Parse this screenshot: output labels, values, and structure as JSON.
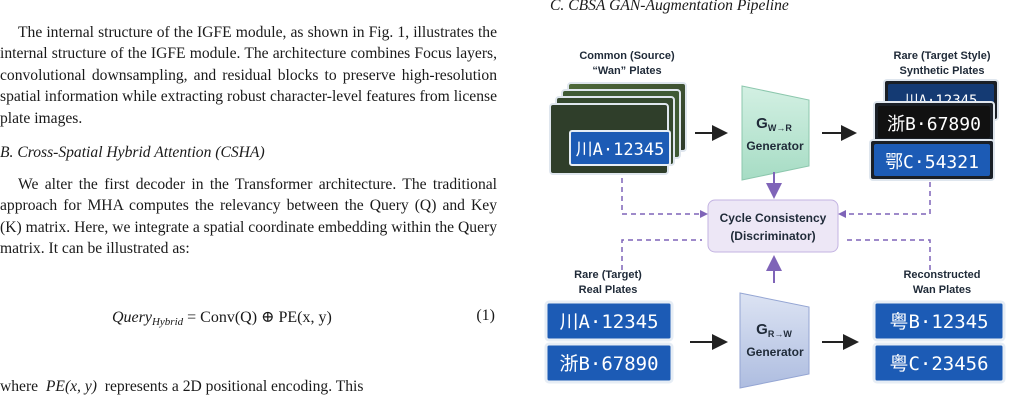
{
  "left_column": {
    "para1": "The internal structure of the IGFE module, as shown in Fig. 1, illustrates the internal structure of the IGFE module. The architecture combines Focus layers, convolutional downsampling, and residual blocks to preserve high-resolution spatial information while extracting robust character-level features from license plate images.",
    "section_b_heading": "B. Cross-Spatial Hybrid Attention (CSHA)",
    "para2": "We alter the first decoder in the Transformer architecture. The traditional approach for MHA computes the relevancy between the Query (Q) and Key (K) matrix. Here, we integrate a spatial coordinate embedding within the Query matrix. It can be illustrated as:",
    "equation": {
      "lhs": "Query",
      "lhs_sub": "Hybrid",
      "rhs": "= Conv(Q) ⊕ PE(x, y)",
      "number": "(1)"
    },
    "para3_where": "where",
    "para3_pe": "PE(x, y)",
    "para3_rest": "represents a 2D positional encoding. This"
  },
  "right_column": {
    "section_c_heading": "C. CBSA GAN-Augmentation Pipeline",
    "figure": {
      "labels": {
        "source_line1": "Common (Source)",
        "source_line2": "“Wan” Plates",
        "target_synth_line1": "Rare (Target Style)",
        "target_synth_line2": "Synthetic Plates",
        "target_real_line1": "Rare (Target)",
        "target_real_line2": "Real Plates",
        "recon_line1": "Reconstructed",
        "recon_line2": "Wan Plates"
      },
      "generator_top": {
        "symbol": "G",
        "subscript": "W→R",
        "label": "Generator"
      },
      "generator_bottom": {
        "symbol": "G",
        "subscript": "R→W",
        "label": "Generator"
      },
      "cycle_box_line1": "Cycle Consistency",
      "cycle_box_line2": "(Discriminator)",
      "plates": {
        "source": "川A·12345",
        "synth_back": "川A·12345",
        "synth_mid": "浙B·67890",
        "synth_front": "鄂C·54321",
        "real_top": "川A·12345",
        "real_bottom": "浙B·67890",
        "recon_top": "粤B·12345",
        "recon_bottom": "粤C·23456"
      },
      "colors": {
        "generator_top_fill": "#bfe8d6",
        "generator_bottom_fill": "#c9d3ea",
        "cycle_box_fill": "#ede7f6",
        "dashed_line": "#7f64b8",
        "plate_blue": "#1c5bb5",
        "plate_border": "#e6edf5"
      }
    }
  }
}
